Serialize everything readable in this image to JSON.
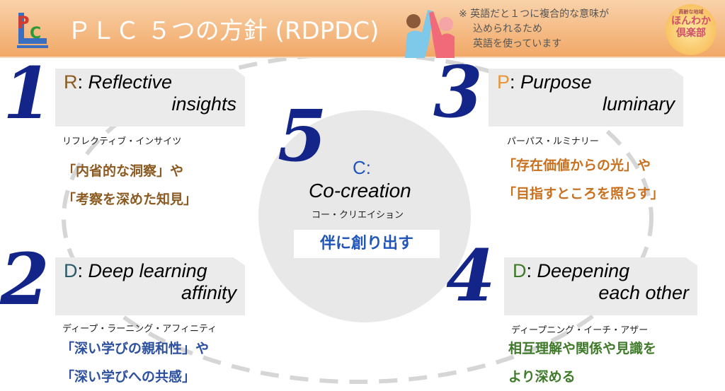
{
  "header": {
    "title": "ＰＬＣ ５つの方針 (RDPDC)",
    "logo_text": "PLC",
    "note": [
      "※ 英語だと１つに複合的な意味が",
      "込められるため",
      "英語を使っています"
    ],
    "club": {
      "small": "高齢な地域",
      "line1": "ほんわか",
      "line2": "倶楽部"
    }
  },
  "colors": {
    "number": "#14258a",
    "r": "#8a5a20",
    "p": "#e8963c",
    "d1": "#2c5a6a",
    "d2": "#3f7a2a"
  },
  "items": [
    {
      "num": "1",
      "letter": "R",
      "sep": ": ",
      "line1": "Reflective",
      "line2": "insights",
      "kana": "リフレクティブ・インサイツ",
      "jp": [
        "「内省的な洞察」や",
        "「考察を深めた知見」"
      ]
    },
    {
      "num": "2",
      "letter": "D",
      "sep": ": ",
      "line1": "Deep learning",
      "line2": "affinity",
      "kana": "ディープ・ラーニング・アフィニティ",
      "jp": [
        "「深い学びの親和性」や",
        "「深い学びへの共感」"
      ]
    },
    {
      "num": "3",
      "letter": "P",
      "sep": ": ",
      "line1": "Purpose",
      "line2": "luminary",
      "kana": "パーパス・ルミナリー",
      "jp": [
        "「存在価値からの光」や",
        "「目指すところを照らす」"
      ]
    },
    {
      "num": "4",
      "letter": "D",
      "sep": ": ",
      "line1": "Deepening",
      "line2": "each other",
      "kana": "ディープニング・イーチ・アザー",
      "jp": [
        "相互理解や関係や見識を",
        "より深める"
      ]
    },
    {
      "num": "5",
      "letter": "C:",
      "line1": "Co-creation",
      "kana": "コー・クリエイション",
      "jp": [
        "伴に創り出す"
      ]
    }
  ]
}
